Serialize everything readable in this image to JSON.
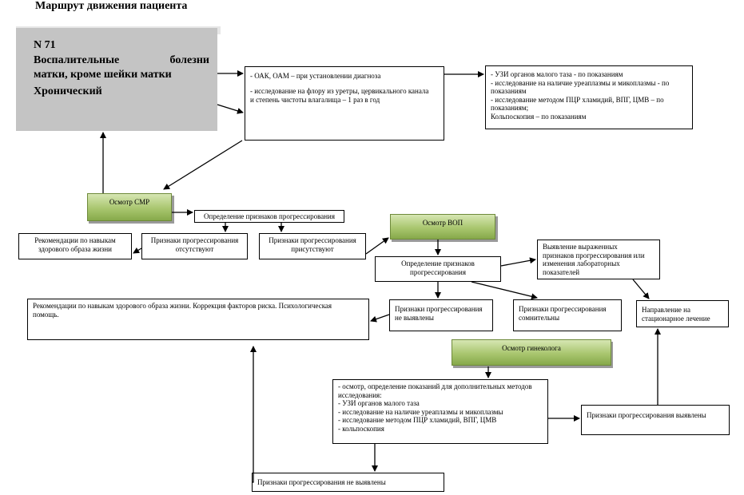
{
  "title": "Маршрут движения пациента",
  "diagnosis": {
    "number": "N 71",
    "name_line1_left": "Воспалительные",
    "name_line1_right": "болезни",
    "name_line2": "матки, кроме шейки матки",
    "form": "Хронический"
  },
  "boxes": {
    "analysis": {
      "line1": "- ОАК, ОАМ – при установлении диагноза",
      "line2": "- исследование на флору из уретры, цервикального канала\nи степень чистоты  влагалища – 1 раз в год"
    },
    "extra_exams": "-  УЗИ органов малого таза  - по показаниям\n- исследование на наличие уреаплазмы и микоплазмы  - по\nпоказаниям\n- исследование методом ПЦР хламидий, ВПГ, ЦМВ – по\nпоказаниям;\nКольпоскопия – по показаниям",
    "smr_exam": "Осмотр СМР",
    "determine_signs_smr": "Определение признаков прогрессирования",
    "recommendations_short": "Рекомендации по навыкам\nздорового образа жизни",
    "signs_absent": "Признаки прогрессирования\nотсутствуют",
    "signs_present": "Признаки прогрессирования\nприсутствуют",
    "vop_exam": "Осмотр ВОП",
    "determine_signs_vop": "Определение признаков\nпрогрессирования",
    "pronounced_signs": "Выявление выраженных\nпризнаков прогрессирования или\nизменения лабораторных\nпоказателей",
    "recommendations_full": "Рекомендации по навыкам здорового образа жизни. Коррекция факторов риска. Психологическая\nпомощь.",
    "signs_not_found_1": "Признаки прогрессирования\nне выявлены",
    "signs_doubtful": "Признаки прогрессирования\nсомнительны",
    "referral": "Направление на\nстационарное лечение",
    "gyn_exam": "Осмотр гинеколога",
    "gyn_details": "- осмотр, определение показаний для дополнительных методов\nисследования:\n- УЗИ органов малого таза\n- исследование на наличие уреаплазмы и микоплазмы\n- исследование методом ПЦР хламидий, ВПГ, ЦМВ\n- кольпоскопия",
    "signs_found": "Признаки прогрессирования выявлены",
    "signs_not_found_2": "Признаки прогрессирования не выявлены"
  },
  "colors": {
    "diagnosis_box": "#c4c4c4",
    "green_box": "#a9c66f",
    "line": "#000000"
  }
}
